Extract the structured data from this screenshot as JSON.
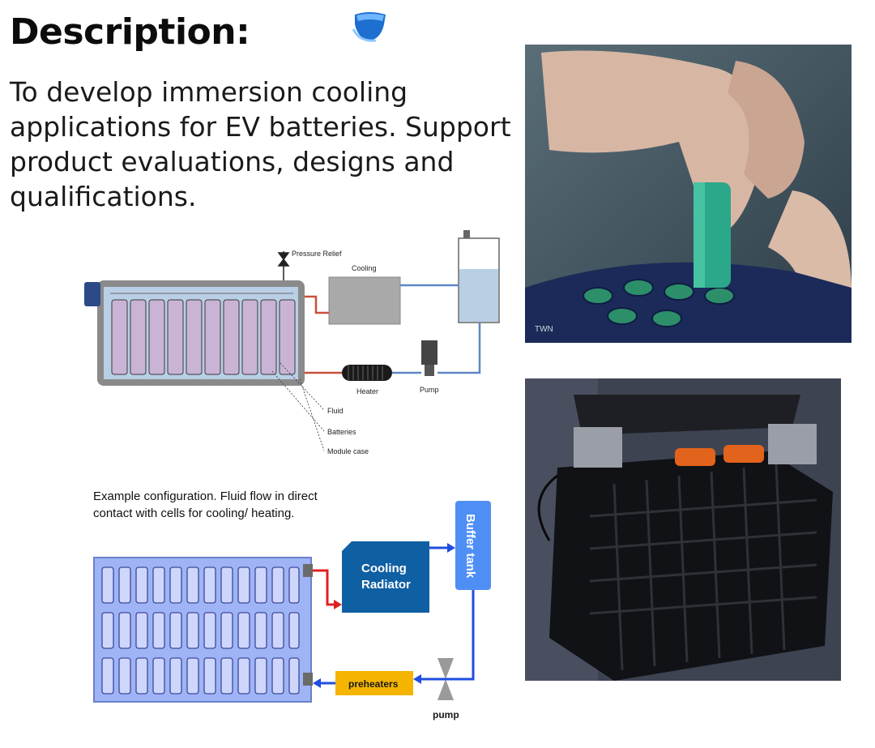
{
  "title": "Description:",
  "description": "To develop immersion cooling applications for EV batteries. Support product evaluations, designs and qualifications.",
  "diagram1": {
    "pressure_relief": "Pressure Relief",
    "cooling": "Cooling",
    "heater": "Heater",
    "pump": "Pump",
    "label_a": "Fluid",
    "label_b": "Batteries",
    "label_c": "Module case"
  },
  "diagram2": {
    "note": "Example configuration. Fluid flow in direct contact with cells for cooling/ heating.",
    "cooling_radiator_line1": "Cooling",
    "cooling_radiator_line2": "Radiator",
    "buffer_tank": "Buffer tank",
    "preheaters": "preheaters",
    "pump": "pump"
  },
  "photo1": {
    "watermark": "TWN"
  },
  "colors": {
    "cell_fill": "#c9b4d6",
    "case_gray": "#7d7d7d",
    "radiator_blue": "#0f5fa3",
    "buffer_blue": "#4f8ff5",
    "preheater_yellow": "#f4b400",
    "flow_red": "#e02020",
    "flow_blue": "#1f4ee0"
  }
}
